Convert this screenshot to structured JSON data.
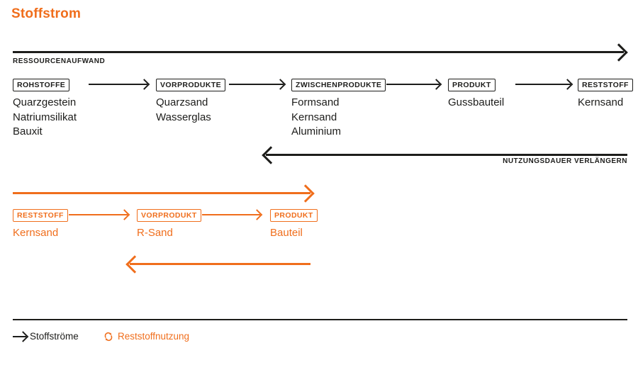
{
  "page": {
    "title": "Stoffstrom"
  },
  "colors": {
    "black": "#1d1d1b",
    "orange": "#f06e1c",
    "background": "#ffffff"
  },
  "top_flow": {
    "resource_arrow_label": "RESSOURCENAUFWAND",
    "return_arrow_label": "NUTZUNGSDAUER VERLÄNGERN",
    "stages": [
      {
        "label": "ROHSTOFFE",
        "items": [
          "Quarzgestein",
          "Natriumsilikat",
          "Bauxit"
        ]
      },
      {
        "label": "VORPRODUKTE",
        "items": [
          "Quarzsand",
          "Wasserglas"
        ]
      },
      {
        "label": "ZWISCHENPRODUKTE",
        "items": [
          "Formsand",
          "Kernsand",
          "Aluminium"
        ]
      },
      {
        "label": "PRODUKT",
        "items": [
          "Gussbauteil"
        ]
      },
      {
        "label": "RESTSTOFF",
        "items": [
          "Kernsand"
        ]
      }
    ]
  },
  "recycling_flow": {
    "stages": [
      {
        "label": "RESTSTOFF",
        "items": [
          "Kernsand"
        ]
      },
      {
        "label": "VORPRODUKT",
        "items": [
          "R-Sand"
        ]
      },
      {
        "label": "PRODUKT",
        "items": [
          "Bauteil"
        ]
      }
    ]
  },
  "legend": {
    "stoffstroeme_label": "Stoffströme",
    "reststoffnutzung_label": "Reststoffnutzung"
  }
}
